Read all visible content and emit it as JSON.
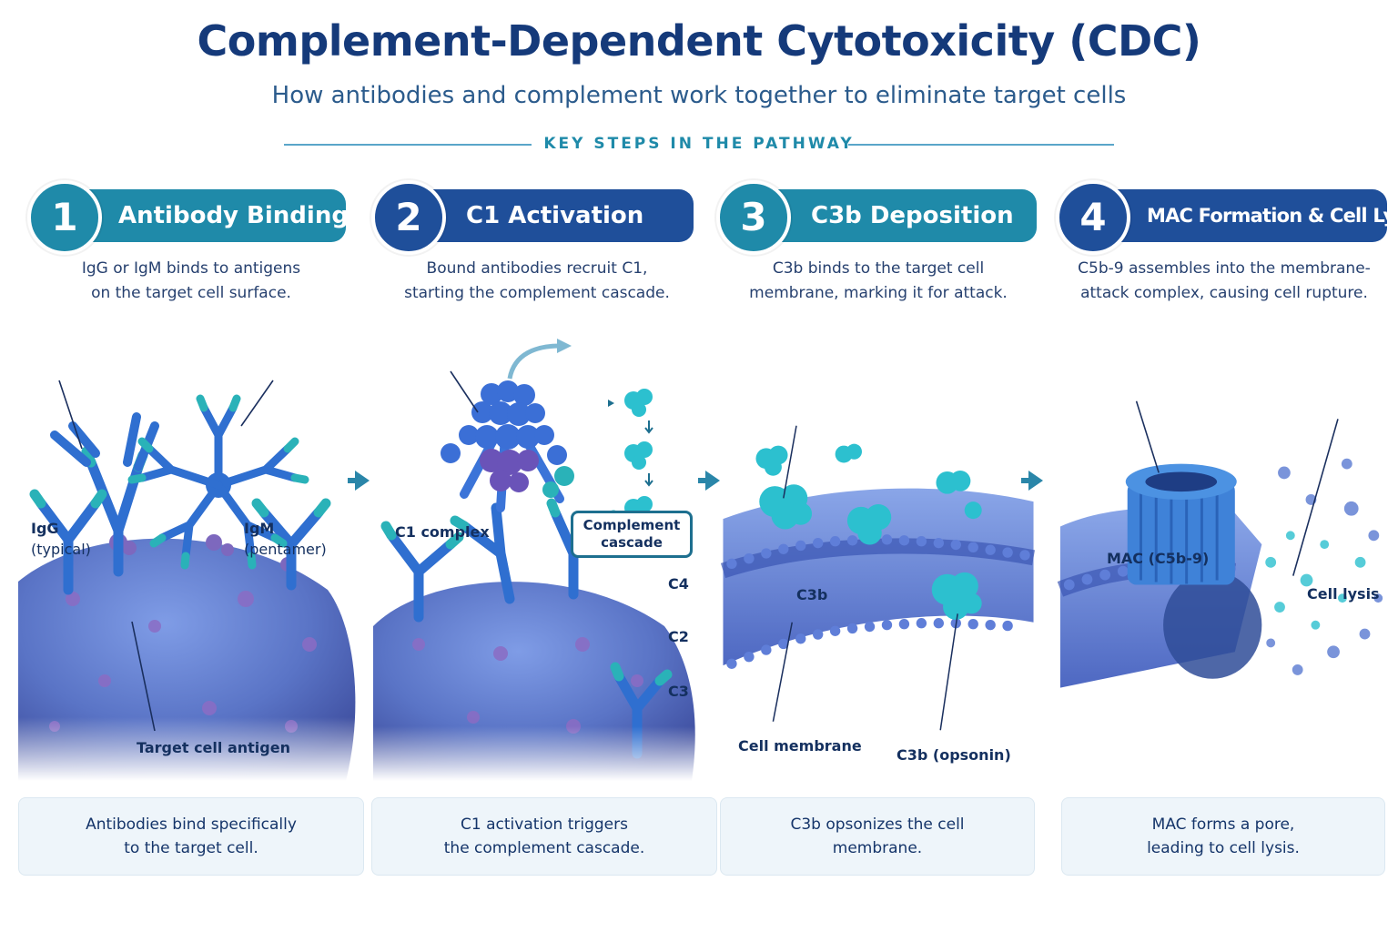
{
  "header": {
    "title": "Complement-Dependent Cytotoxicity (CDC)",
    "subtitle": "How antibodies and complement work together to eliminate target cells",
    "section_label": "KEY STEPS IN THE PATHWAY"
  },
  "steps": [
    {
      "number": "1",
      "title": "Antibody Binding",
      "description_line1": "IgG or IgM binds to antigens",
      "description_line2": "on the target cell surface.",
      "labels": {
        "igg": "IgG",
        "igg_sub": "(typical)",
        "igm": "IgM",
        "igm_sub": "(pentamer)",
        "antigen": "Target cell antigen"
      },
      "caption_line1": "Antibodies bind specifically",
      "caption_line2": "to the target cell."
    },
    {
      "number": "2",
      "title": "C1 Activation",
      "description_line1": "Bound antibodies recruit C1,",
      "description_line2": "starting the complement cascade.",
      "labels": {
        "c1": "C1 complex",
        "cascade_line1": "Complement",
        "cascade_line2": "cascade",
        "c4": "C4",
        "c2": "C2",
        "c3": "C3"
      },
      "caption_line1": "C1 activation triggers",
      "caption_line2": "the complement cascade."
    },
    {
      "number": "3",
      "title": "C3b Deposition",
      "description_line1": "C3b binds to the target cell",
      "description_line2": "membrane, marking it for attack.",
      "labels": {
        "c3b": "C3b",
        "membrane": "Cell membrane",
        "opsonin": "C3b (opsonin)"
      },
      "caption_line1": "C3b opsonizes the cell",
      "caption_line2": "membrane."
    },
    {
      "number": "4",
      "title": "MAC Formation & Cell Lysis",
      "description_line1": "C5b-9 assembles into the membrane-",
      "description_line2": "attack complex, causing cell rupture.",
      "labels": {
        "mac": "MAC (C5b-9)",
        "lysis": "Cell lysis"
      },
      "caption_line1": "MAC forms a pore,",
      "caption_line2": "leading to cell lysis."
    }
  ],
  "colors": {
    "title": "#153a7a",
    "step1": "#1f8aa9",
    "step2": "#1f4f9a",
    "step3": "#1f8aa9",
    "step4": "#1f4f9a",
    "cell": "#5f7ed0",
    "antibody": "#2f6fd0",
    "complement": "#2cc0cf"
  }
}
